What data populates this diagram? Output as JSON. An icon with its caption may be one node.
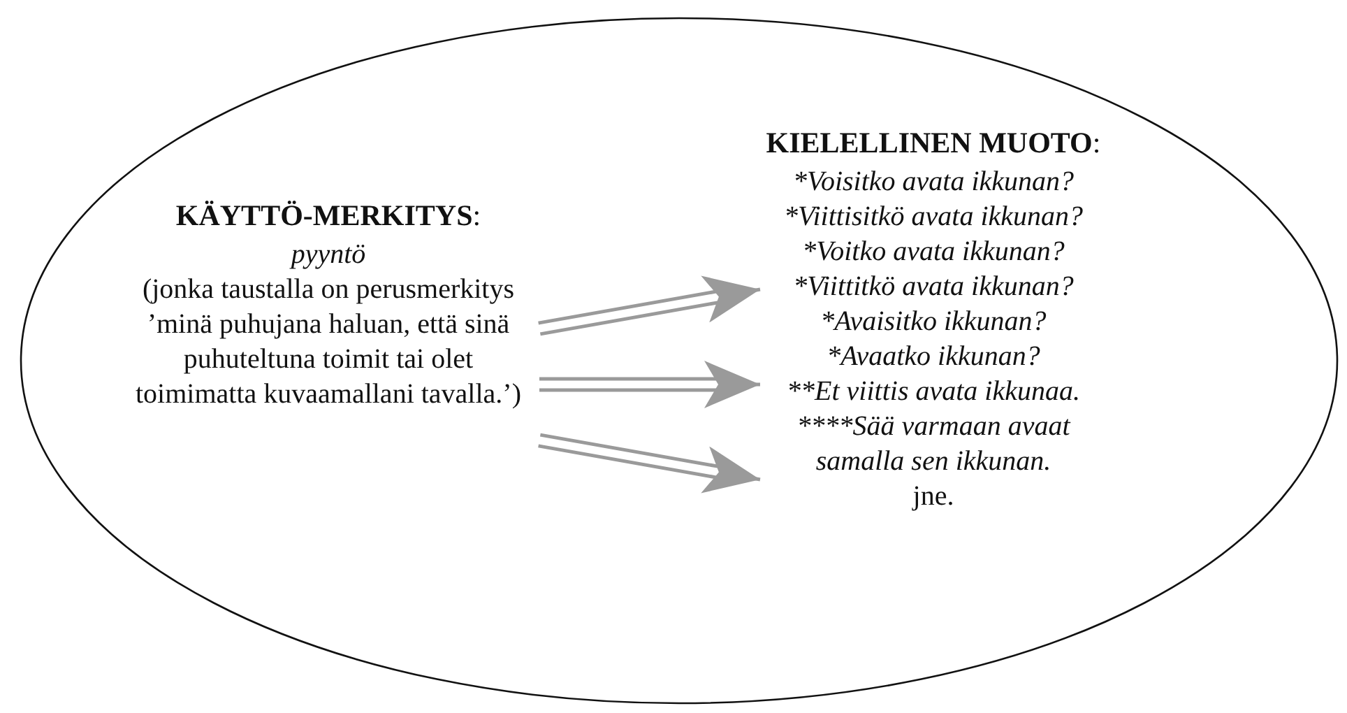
{
  "diagram": {
    "nodes": [
      {
        "text": [],
        "shape": "ellipse"
      },
      {
        "text": [
          "**KÄYTTÖ-MERKITYS**:",
          "pyyntö",
          "(jonka taustalla on perusmerkitys ’minä puhujana haluan, että sinä puhuteltuna toimit tai olet toimimatta kuvaamallani tavalla.’)"
        ],
        "in": 0
      },
      {
        "text": [
          "**KIELELLINEN MUOTO**:",
          "*Voisitko avata ikkunan?",
          "*Viittisitkö avata ikkunan?",
          "*Voitko avata ikkunan?",
          "*Viittitkö avata ikkunan?",
          "*Avaisitko ikkunan?",
          "*Avaatko ikkunan?",
          "**Et viittis avata ikkunaa.",
          "****Sää varmaan avaat samalla sen ikkunan.",
          "jne."
        ],
        "in": 0
      }
    ],
    "edges": [
      {
        "from": 1,
        "to": 2,
        "arrow": "to"
      },
      {
        "from": 1,
        "to": 2,
        "arrow": "to"
      },
      {
        "from": 1,
        "to": 2,
        "arrow": "to"
      }
    ]
  }
}
